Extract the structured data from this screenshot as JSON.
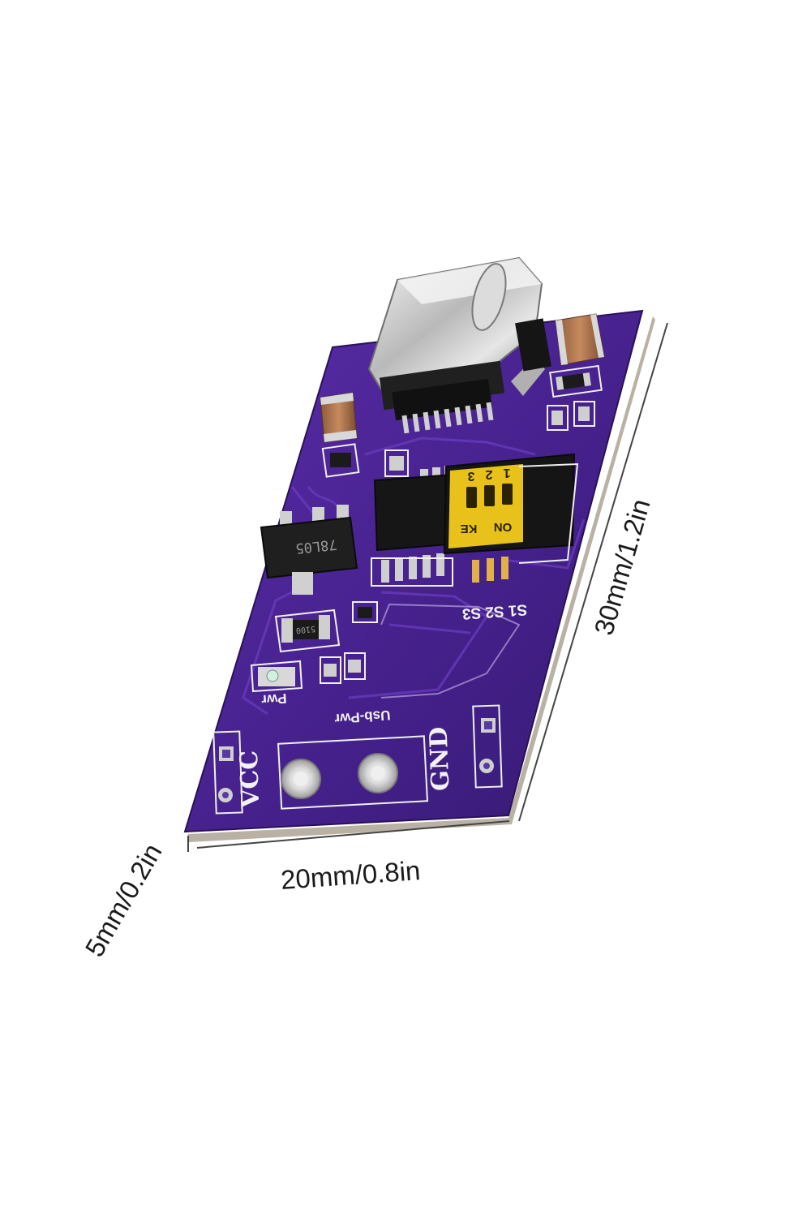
{
  "dimensions": {
    "length": "30mm/1.2in",
    "width": "20mm/0.8in",
    "thickness": "5mm/0.2in"
  },
  "board": {
    "regulator_marking": "78L05",
    "resistor_marking": "5100",
    "led_label": "Pwr",
    "usb_label": "Usb-Pwr",
    "dip_numbers": [
      "1",
      "2",
      "3"
    ],
    "dip_on": "ON",
    "dip_brand": "KE",
    "switch_labels": "S1 S2 S3",
    "pin_vcc": "VCC",
    "pin_gnd": "GND"
  },
  "colors": {
    "pcb": "#4a2590",
    "pcb_dark": "#2a1157",
    "silkscreen": "#f2f2f2",
    "dip_switch": "#e8c21a"
  }
}
